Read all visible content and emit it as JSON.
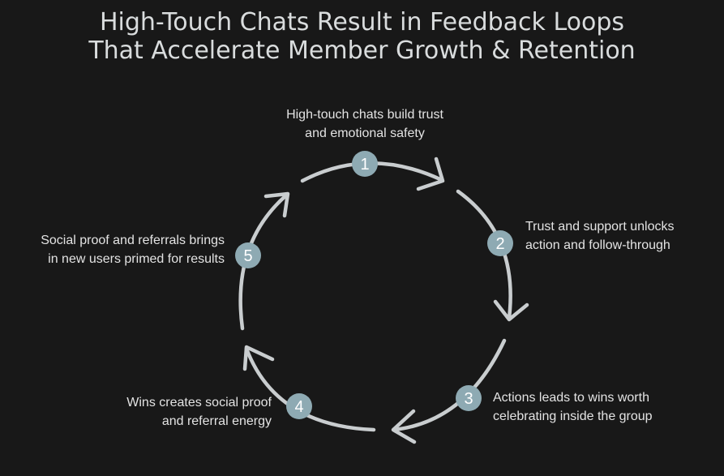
{
  "title": {
    "line1": "High-Touch Chats Result in Feedback Loops",
    "line2": "That Accelerate Member Growth & Retention"
  },
  "steps": [
    {
      "number": "1",
      "line1": "High-touch chats build trust",
      "line2": "and emotional safety"
    },
    {
      "number": "2",
      "line1": "Trust and support unlocks",
      "line2": "action and follow-through"
    },
    {
      "number": "3",
      "line1": "Actions leads to wins worth",
      "line2": "celebrating inside the group"
    },
    {
      "number": "4",
      "line1": "Wins creates social proof",
      "line2": "and referral energy"
    },
    {
      "number": "5",
      "line1": "Social proof and referrals brings",
      "line2": "in new users primed for results"
    }
  ],
  "colors": {
    "background": "#181818",
    "arrow": "#c9cdcf",
    "badge": "#8eaab3",
    "text": "#e3e3e3"
  }
}
